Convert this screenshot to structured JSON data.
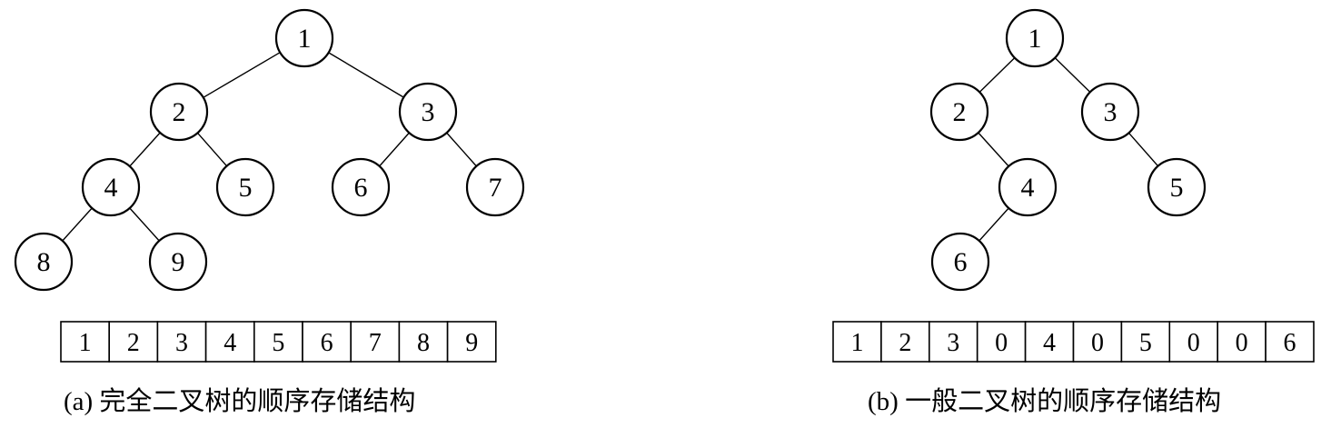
{
  "diagram_a": {
    "nodes": [
      "1",
      "2",
      "3",
      "4",
      "5",
      "6",
      "7",
      "8",
      "9"
    ],
    "edges": [
      [
        "1",
        "2"
      ],
      [
        "1",
        "3"
      ],
      [
        "2",
        "4"
      ],
      [
        "2",
        "5"
      ],
      [
        "3",
        "6"
      ],
      [
        "3",
        "7"
      ],
      [
        "4",
        "8"
      ],
      [
        "4",
        "9"
      ]
    ],
    "array": [
      "1",
      "2",
      "3",
      "4",
      "5",
      "6",
      "7",
      "8",
      "9"
    ],
    "caption": "(a) 完全二叉树的顺序存储结构"
  },
  "diagram_b": {
    "nodes": [
      "1",
      "2",
      "3",
      "4",
      "5",
      "6"
    ],
    "edges": [
      [
        "1",
        "2"
      ],
      [
        "1",
        "3"
      ],
      [
        "2",
        "4"
      ],
      [
        "3",
        "5"
      ],
      [
        "4",
        "6"
      ]
    ],
    "array": [
      "1",
      "2",
      "3",
      "0",
      "4",
      "0",
      "5",
      "0",
      "0",
      "6"
    ],
    "caption": "(b) 一般二叉树的顺序存储结构"
  },
  "colors": {
    "stroke": "#000000",
    "background": "#ffffff"
  }
}
